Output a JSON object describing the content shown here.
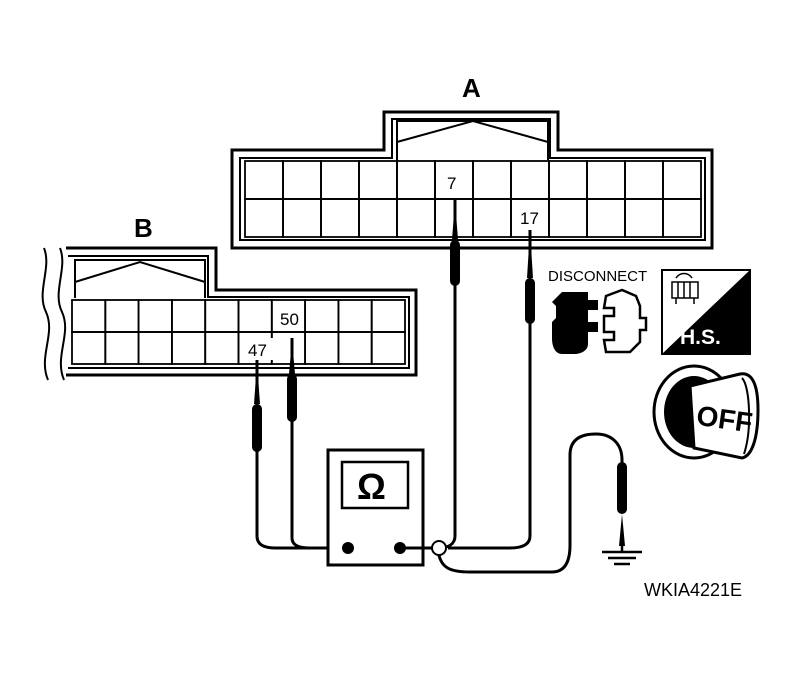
{
  "connector_a": {
    "label": "A",
    "pin_top": "7",
    "pin_bottom": "17"
  },
  "connector_b": {
    "label": "B",
    "pin_top": "50",
    "pin_bottom": "47"
  },
  "meter": {
    "symbol": "Ω"
  },
  "status_icons": {
    "disconnect_label": "DISCONNECT",
    "harness_side_label": "H.S.",
    "ignition_label": "OFF"
  },
  "figure_code": "WKIA4221E"
}
